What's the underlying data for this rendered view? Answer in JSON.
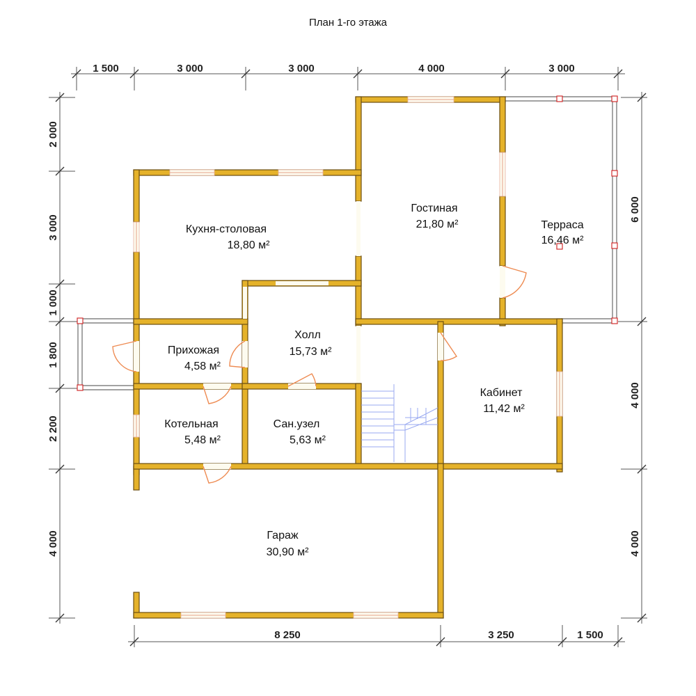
{
  "title": "План 1-го этажа",
  "dimensions": {
    "top": [
      "1 500",
      "3 000",
      "3 000",
      "4 000",
      "3 000"
    ],
    "bottom": [
      "8 250",
      "3 250",
      "1 500"
    ],
    "left": [
      "2 000",
      "3 000",
      "1 000",
      "1 800",
      "2 200",
      "4 000"
    ],
    "right": [
      "6 000",
      "4 000",
      "4 000"
    ]
  },
  "rooms": {
    "kitchen": {
      "name": "Кухня-столовая",
      "area": "18,80 м²"
    },
    "living": {
      "name": "Гостиная",
      "area": "21,80 м²"
    },
    "terrace": {
      "name": "Терраса",
      "area": "16,46 м²"
    },
    "hall": {
      "name": "Холл",
      "area": "15,73 м²"
    },
    "entrance": {
      "name": "Прихожая",
      "area": "4,58 м²"
    },
    "boiler": {
      "name": "Котельная",
      "area": "5,48 м²"
    },
    "bathroom": {
      "name": "Сан.узел",
      "area": "5,63 м²"
    },
    "study": {
      "name": "Кабинет",
      "area": "11,42 м²"
    },
    "garage": {
      "name": "Гараж",
      "area": "30,90 м²"
    }
  },
  "colors": {
    "wall": "#e5b22a",
    "wall_outline": "#6b4e12",
    "window": "#e8a08a",
    "door": "#ee8b52",
    "stair": "#9aaaf0",
    "post": "#d23030"
  }
}
